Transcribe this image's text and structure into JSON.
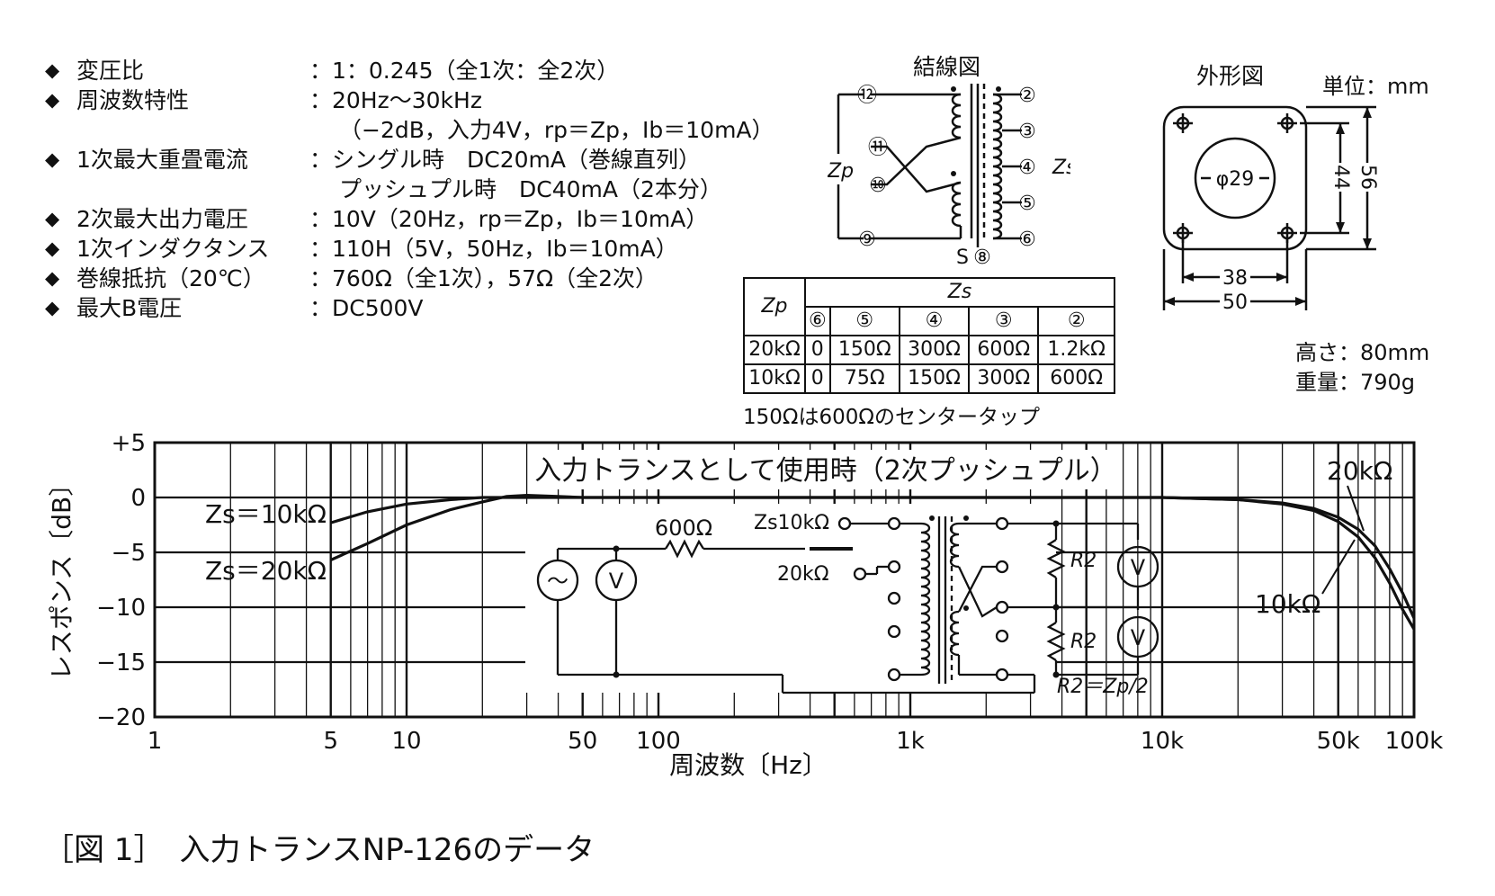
{
  "specs": [
    {
      "label": "変圧比",
      "value": "：1：0.245（全1次：全2次）"
    },
    {
      "label": "周波数特性",
      "value": "：20Hz〜30kHz",
      "cont": "（−2dB，入力4V，rp＝Zp，Ib＝10mA）"
    },
    {
      "label": "1次最大重畳電流",
      "value": "：シングル時　DC20mA（巻線直列）",
      "cont": "プッシュプル時　DC40mA（2本分）"
    },
    {
      "label": "2次最大出力電圧",
      "value": "：10V（20Hz，rp＝Zp，Ib＝10mA）"
    },
    {
      "label": "1次インダクタンス",
      "value": "：110H（5V，50Hz，Ib＝10mA）"
    },
    {
      "label": "巻線抵抗（20℃）",
      "value": "：760Ω（全1次），57Ω（全2次）"
    },
    {
      "label": "最大B電圧",
      "value": "：DC500V"
    }
  ],
  "wiring": {
    "title": "結線図",
    "zp_label": "Zp",
    "zs_label": "Zs",
    "s_label": "S",
    "terminals_left": [
      "⑫",
      "⑪",
      "⑩",
      "⑨"
    ],
    "terminals_right": [
      "②",
      "③",
      "④",
      "⑤",
      "⑥"
    ],
    "terminal_bottom": "⑧"
  },
  "impedance_table": {
    "zp_header": "Zp",
    "zs_header": "Zs",
    "columns": [
      "⑥",
      "⑤",
      "④",
      "③",
      "②"
    ],
    "rows": [
      {
        "zp": "20kΩ",
        "values": [
          "0",
          "150Ω",
          "300Ω",
          "600Ω",
          "1.2kΩ"
        ]
      },
      {
        "zp": "10kΩ",
        "values": [
          "0",
          "75Ω",
          "150Ω",
          "300Ω",
          "600Ω"
        ]
      }
    ],
    "note": "150Ωは600Ωのセンタータップ"
  },
  "outline": {
    "title": "外形図",
    "unit": "単位：mm",
    "diameter": "φ29",
    "dim_44": "44",
    "dim_56": "56",
    "dim_38": "38",
    "dim_50": "50",
    "height": "高さ：80mm",
    "weight": "重量：790g"
  },
  "chart_data": {
    "type": "line",
    "title": "入力トランスとして使用時（2次プッシュプル）",
    "xlabel": "周波数〔Hz〕",
    "ylabel": "レスポンス〔dB〕",
    "x_scale": "log",
    "xlim": [
      1,
      100000
    ],
    "ylim": [
      -20,
      5
    ],
    "x_ticks": [
      1,
      5,
      10,
      50,
      100,
      1000,
      10000,
      50000,
      100000
    ],
    "x_tick_labels": [
      "1",
      "5",
      "10",
      "50",
      "100",
      "1k",
      "10k",
      "50k",
      "100k"
    ],
    "y_ticks": [
      5,
      0,
      -5,
      -10,
      -15,
      -20
    ],
    "y_tick_labels": [
      "+5",
      "0",
      "−5",
      "−10",
      "−15",
      "−20"
    ],
    "grid": true,
    "series": [
      {
        "name": "Zs＝10kΩ",
        "right_label": "10kΩ",
        "x": [
          5,
          7,
          10,
          15,
          20,
          30,
          50,
          100,
          1000,
          10000,
          20000,
          30000,
          40000,
          50000,
          60000,
          70000,
          80000,
          90000,
          100000
        ],
        "y": [
          -2.3,
          -1.3,
          -0.6,
          -0.2,
          0,
          0,
          0,
          0,
          0,
          0,
          -0.2,
          -0.5,
          -1,
          -1.8,
          -2.9,
          -4.4,
          -6.5,
          -8.7,
          -11
        ]
      },
      {
        "name": "Zs＝20kΩ",
        "right_label": "20kΩ",
        "x": [
          5,
          7,
          10,
          15,
          20,
          25,
          30,
          40,
          50,
          100,
          1000,
          10000,
          20000,
          30000,
          40000,
          50000,
          60000,
          70000,
          80000,
          90000,
          100000
        ],
        "y": [
          -5.7,
          -4.2,
          -2.5,
          -1.1,
          -0.4,
          0.1,
          0.2,
          0.1,
          0,
          0,
          0,
          0,
          -0.2,
          -0.6,
          -1.2,
          -2.2,
          -3.6,
          -5.5,
          -7.8,
          -10.2,
          -12
        ]
      }
    ]
  },
  "circuit": {
    "r_600": "600Ω",
    "zs_10k": "Zs10kΩ",
    "zs_20k": "20kΩ",
    "r2_top": "R2",
    "r2_bottom": "R2",
    "r2_formula": "R2＝Zp/2",
    "meter": "V",
    "source": "〜"
  },
  "caption": "［図 1］　入力トランスNP-126のデータ"
}
